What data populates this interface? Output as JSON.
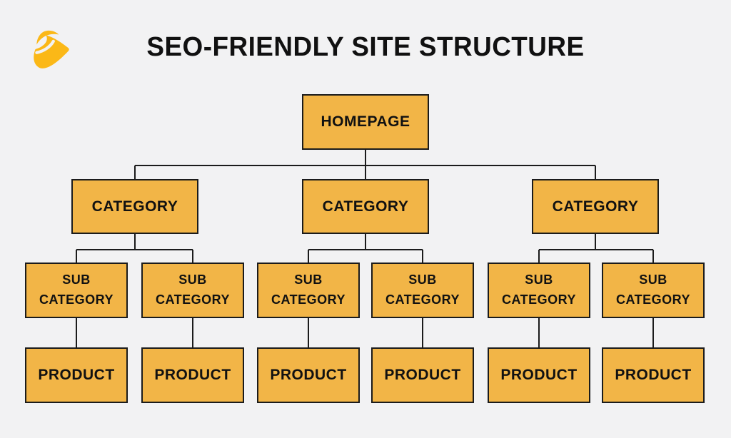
{
  "title": "SEO-FRIENDLY SITE STRUCTURE",
  "logo": {
    "icon": "swoosh-arrow",
    "color": "#FBB817"
  },
  "colors": {
    "background": "#F2F2F3",
    "box_fill": "#F2B547",
    "box_border": "#1B1B1B",
    "connector": "#1B1B1B",
    "title_text": "#111111",
    "box_text": "#111111"
  },
  "nodes": {
    "homepage": {
      "label": "HOMEPAGE"
    },
    "categories": [
      {
        "label": "CATEGORY"
      },
      {
        "label": "CATEGORY"
      },
      {
        "label": "CATEGORY"
      }
    ],
    "subcategories": [
      {
        "label": "SUB CATEGORY"
      },
      {
        "label": "SUB CATEGORY"
      },
      {
        "label": "SUB CATEGORY"
      },
      {
        "label": "SUB CATEGORY"
      },
      {
        "label": "SUB CATEGORY"
      },
      {
        "label": "SUB CATEGORY"
      }
    ],
    "products": [
      {
        "label": "PRODUCT"
      },
      {
        "label": "PRODUCT"
      },
      {
        "label": "PRODUCT"
      },
      {
        "label": "PRODUCT"
      },
      {
        "label": "PRODUCT"
      },
      {
        "label": "PRODUCT"
      }
    ]
  }
}
